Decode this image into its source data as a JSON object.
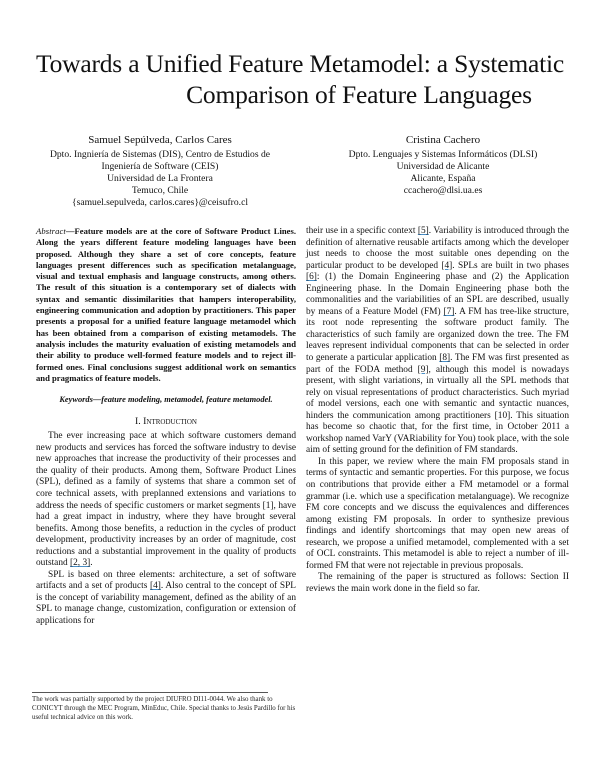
{
  "paper": {
    "title_line1": "Towards a Unified Feature Metamodel: a Systematic",
    "title_line2": "Comparison of Feature Languages",
    "authors": [
      {
        "name": "Samuel Sepúlveda, Carlos Cares",
        "affiliation_lines": [
          "Dpto. Ingniería de Sistemas (DIS), Centro de Estudios de",
          "Ingeniería de Software (CEIS)",
          "Universidad de La Frontera",
          "Temuco, Chile",
          "{samuel.sepulveda, carlos.cares}@ceisufro.cl"
        ]
      },
      {
        "name": "Cristina Cachero",
        "affiliation_lines": [
          "Dpto. Lenguajes y Sistemas Informáticos (DLSI)",
          "Universidad de Alicante",
          "Alicante, España",
          "ccachero@dlsi.ua.es"
        ]
      }
    ],
    "abstract_label": "Abstract",
    "abstract_text": "—Feature models are at the core of Software Product Lines. Along the years different feature modeling languages have been proposed. Although they share a set of core concepts, feature languages present differences such as specification metalanguage, visual and textual emphasis and language constructs, among others. The result of this situation is a contemporary set of dialects with syntax and semantic dissimilarities that hampers interoperability, engineering communication and adoption by practitioners. This paper presents a proposal for a unified feature language metamodel which has been obtained from a comparison of existing metamodels. The analysis includes the maturity evaluation of existing metamodels and their ability to produce well-formed feature models and to reject ill-formed ones. Final conclusions suggest additional work on semantics and pragmatics of feature models.",
    "keywords_label": "Keywords",
    "keywords_text": "—feature modeling, metamodel, feature metamodel.",
    "section1_heading": "I. Introduction",
    "left_paragraphs": {
      "p1_a": "The ever increasing pace at which software customers demand new products and services has forced the software industry to devise new approaches that increase the productivity of their processes and the quality of their products. Among them, Software Product Lines (SPL), defined as a family of systems that share a common set of core technical assets, with preplanned extensions and variations to address the needs of specific customers or market segments [1], have had a great impact in industry, where they have brought several benefits. Among those benefits, a reduction in the cycles of product development, productivity increases by an order of magnitude, cost reductions and a substantial improvement in the quality of products outstand ",
      "p1_cite": "[2, 3]",
      "p1_end": ".",
      "p2_a": "SPL is based on three elements: architecture, a set of software artifacts and a set of products ",
      "p2_cite": "[4]",
      "p2_b": ". Also central to the concept of SPL is the concept of variability management, defined as the ability of an SPL to manage change, customization, configuration or extension of applications for"
    },
    "right_paragraphs": {
      "p1_a": "their use in a specific context ",
      "p1_cite5": "[5]",
      "p1_b": ". Variability is introduced through the definition of alternative reusable artifacts among which the developer just needs to choose the most suitable ones depending on the particular product to be developed ",
      "p1_cite4": "[4]",
      "p1_c": ". SPLs are built in two phases ",
      "p1_cite6": "[6]",
      "p1_d": ": (1) the Domain Engineering phase and (2) the Application Engineering phase. In the Domain Engineering phase both the commonalities and the variabilities of an SPL are described, usually by means of a Feature Model (FM) ",
      "p1_cite7": "[7]",
      "p1_e": ". A FM has tree-like structure, its root node representing the software product family. The characteristics of such family are organized down the tree. The FM leaves represent individual components that can be selected in order to generate a particular application ",
      "p1_cite8": "[8]",
      "p1_f": ". The FM was first presented as part of the FODA method ",
      "p1_cite9": "[9]",
      "p1_g": ", although this model is nowadays present, with slight variations, in virtually all the SPL methods that rely on visual representations of product characteristics. Such myriad of model versions, each one with semantic and syntactic nuances, hinders the communication among practitioners [10]. This situation has become so chaotic that, for the first time, in October 2011 a workshop named VarY (VARiability for You) took place, with the sole aim of setting ground for the definition of FM standards.",
      "p2": "In this paper, we review where the main FM proposals stand in terms of syntactic and semantic properties. For this purpose, we focus on contributions that provide either a FM metamodel or a formal grammar (i.e. which use a specification metalanguage). We recognize FM core concepts and we discuss the equivalences and differences among existing FM proposals. In order to synthesize previous findings and identify shortcomings that may open new areas of research, we propose a unified metamodel, complemented with a set of OCL constraints. This metamodel is able to reject a number of ill-formed FM that were not rejectable in previous proposals.",
      "p3": "The remaining of the paper is structured as follows: Section II reviews the main work done in the field so far."
    },
    "footnote": "The work was partially supported by the project DIUFRO DI11-0044. We also thank to CONICYT through the MEC Program, MinEduc, Chile. Special thanks to Jesús Pardillo for his useful technical advice on this work.",
    "colors": {
      "text": "#111111",
      "citation_underline": "#4a90c8"
    }
  }
}
